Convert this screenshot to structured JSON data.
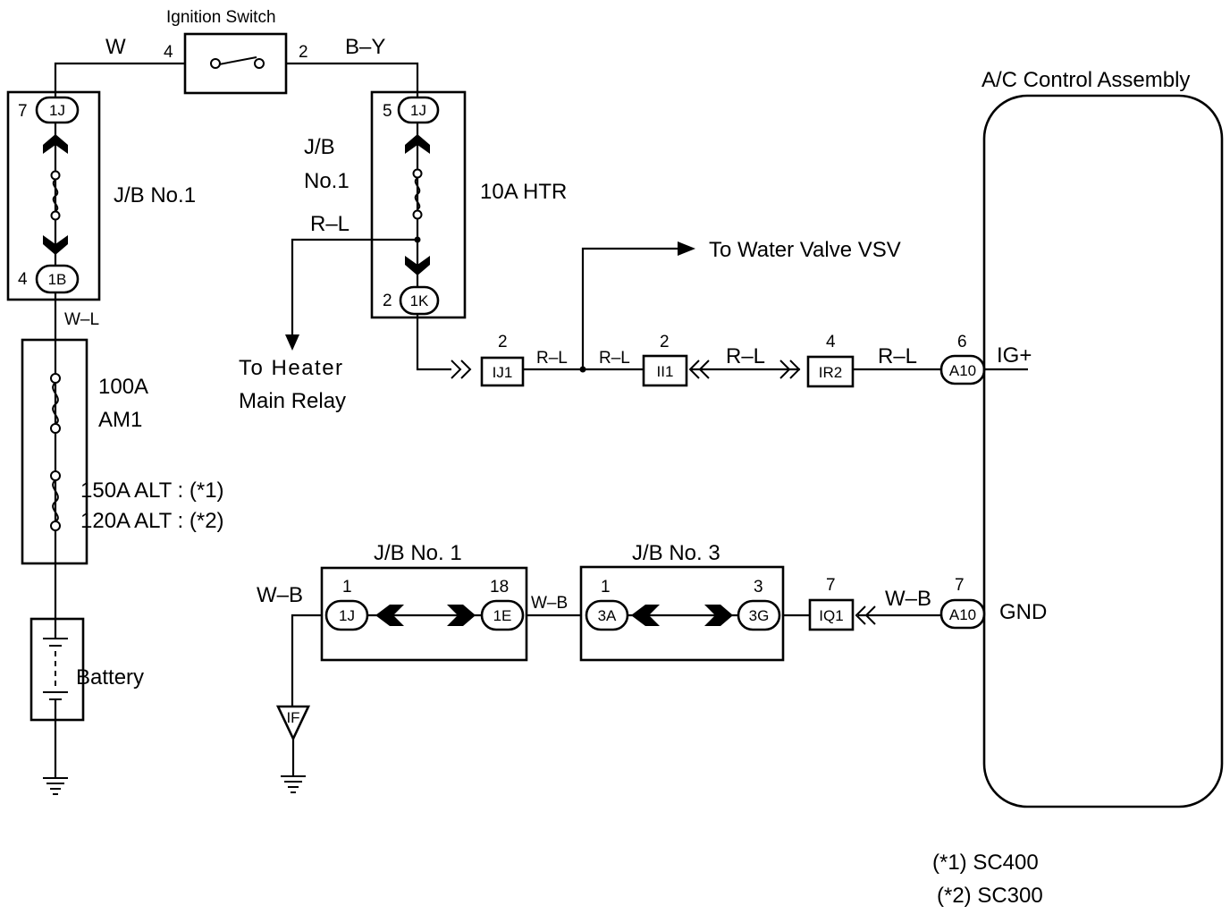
{
  "ignition_switch": {
    "title": "Ignition Switch",
    "pin_left": "4",
    "pin_right": "2",
    "wire_left": "W",
    "wire_right": "B–Y"
  },
  "jb1_left": {
    "label": "J/B No.1",
    "top_pin": "7",
    "top_conn": "1J",
    "bottom_pin": "4",
    "bottom_conn": "1B",
    "wire_out": "W–L"
  },
  "fusible": {
    "am1_rating": "100A",
    "am1_name": "AM1",
    "alt_line1": "150A ALT : (*1)",
    "alt_line2": "120A ALT : (*2)"
  },
  "battery": {
    "label": "Battery"
  },
  "jb1_right": {
    "label_line1": "J/B",
    "label_line2": "No.1",
    "fuse_label": "10A HTR",
    "top_pin": "5",
    "top_conn": "1J",
    "bottom_pin": "2",
    "bottom_conn": "1K",
    "branch_wire": "R–L"
  },
  "heater_relay": {
    "line1": "To  Heater",
    "line2": "Main Relay"
  },
  "water_valve": {
    "label": "To Water Valve VSV"
  },
  "ig_circuit": {
    "ij1": {
      "pin": "2",
      "name": "IJ1"
    },
    "ii1": {
      "pin": "2",
      "name": "II1"
    },
    "ir2": {
      "pin": "4",
      "name": "IR2"
    },
    "a10": {
      "pin": "6",
      "name": "A10"
    },
    "wire1": "R–L",
    "wire2": "R–L",
    "wire3": "R–L",
    "wire4": "R–L",
    "terminal": "IG+"
  },
  "ac_control": {
    "title": "A/C Control Assembly"
  },
  "gnd_circuit": {
    "wire_ground": "W–B",
    "jb1": {
      "title": "J/B No. 1",
      "left_pin": "1",
      "left_conn": "1J",
      "right_pin": "18",
      "right_conn": "1E"
    },
    "wire_mid": "W–B",
    "jb3": {
      "title": "J/B No. 3",
      "left_pin": "1",
      "left_conn": "3A",
      "right_pin": "3",
      "right_conn": "3G"
    },
    "iq1": {
      "pin": "7",
      "name": "IQ1"
    },
    "wire_right": "W–B",
    "a10": {
      "pin": "7",
      "name": "A10"
    },
    "terminal": "GND",
    "ground_point": "IF"
  },
  "notes": {
    "note1": "(*1) SC400",
    "note2": "(*2) SC300"
  }
}
